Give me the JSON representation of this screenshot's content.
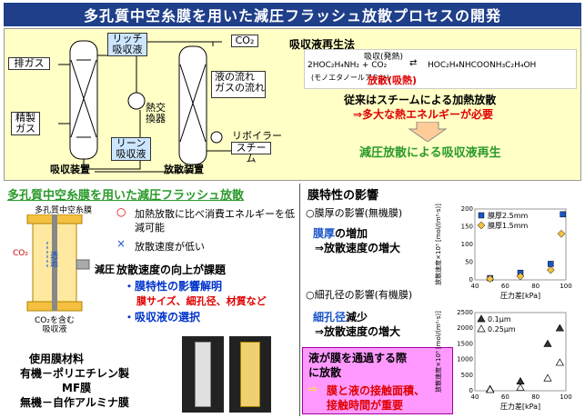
{
  "title": "多孔質中空糸膜を用いた減圧フラッシュ放散プロセスの開発",
  "process": {
    "rich": "リッチ\n吸収液",
    "co2": "CO₂",
    "exhaust": "排ガス",
    "purified": "精製\nガス",
    "hx": "熱交\n換器",
    "lean": "リーン\n吸収液",
    "reboiler": "リボイラー",
    "steam": "スチーム",
    "liquid_flow": "液の流れ",
    "gas_flow": "ガスの流れ",
    "absorber": "吸収装置",
    "stripper": "放散装置"
  },
  "regen": {
    "title": "吸収液再生法",
    "absorb": "吸収(発熱)",
    "eq_left": "2HOC₂H₄NH₂ + CO₂",
    "eq_right": "HOC₂H₄NHCOONH₃C₂H₄OH",
    "mea": "(モノエタノールアミン)",
    "release": "放散(吸熱)",
    "conventional": "従来はスチームによる加熱放散",
    "need_heat": "⇒多大な熱エネルギーが必要",
    "new": "減圧放散による吸収液再生"
  },
  "method": {
    "title": "多孔質中空糸膜を用いた減圧フラッシュ放散",
    "module_label": "多孔質中空糸膜",
    "co2_l": "CO₂",
    "permeate": "透過",
    "vacuum": "減圧",
    "co2_solution": "CO₂を含む\n吸収液",
    "pro_mark": "○",
    "pro": "加熱放散に比べ消費エネルギーを低減可能",
    "con_mark": "×",
    "con": "放散速度が低い",
    "challenge": "放散速度の向上が課題",
    "item1": "・膜特性の影響解明",
    "item1_sub": "膜サイズ、細孔径、材質など",
    "item2": "・吸収液の選択",
    "materials_title": "使用膜材料",
    "organic": "有機－ポリエチレン製",
    "mf": "MF膜",
    "inorganic": "無機－自作アルミナ膜"
  },
  "effects": {
    "title": "膜特性の影響",
    "thick": "○膜厚の影響(無機膜)",
    "thick_a": "膜厚",
    "thick_b": "の増加",
    "thick_c": "⇒放散速度の増大",
    "pore": "○細孔径の影響(有機膜)",
    "pore_a": "細孔径",
    "pore_b": "減少",
    "pore_c": "⇒放散速度の増大",
    "note_1": "液が膜を通過する際",
    "note_2": "に放散",
    "note_3": "膜と液の接触面積、",
    "note_4": "接触時間が重要"
  },
  "chart_data": [
    {
      "type": "scatter",
      "xlabel": "圧力差[kPa]",
      "ylabel": "放散速度×10⁵\n[mol/(m²·s)]",
      "xlim": [
        40,
        100
      ],
      "ylim": [
        0,
        200
      ],
      "xticks": [
        "40",
        "60",
        "80",
        "100"
      ],
      "yticks": [
        "0",
        "50",
        "100",
        "150",
        "200"
      ],
      "series": [
        {
          "name": "膜厚2.5mm",
          "color": "#1a55c8",
          "marker": "square",
          "x": [
            50,
            70,
            90,
            98
          ],
          "y": [
            5,
            20,
            45,
            185
          ]
        },
        {
          "name": "膜厚1.5mm",
          "color": "#f0c040",
          "marker": "diamond",
          "x": [
            50,
            70,
            90,
            97
          ],
          "y": [
            3,
            10,
            28,
            130
          ]
        }
      ]
    },
    {
      "type": "scatter",
      "xlabel": "圧力差[kPa]",
      "ylabel": "放散速度×10⁵\n[mol/(m²·s)]",
      "xlim": [
        40,
        100
      ],
      "ylim": [
        0,
        2500
      ],
      "xticks": [
        "40",
        "60",
        "80",
        "100"
      ],
      "yticks": [
        "0",
        "500",
        "1000",
        "1500",
        "2000",
        "2500"
      ],
      "series": [
        {
          "name": "0.1μm",
          "color": "#333333",
          "marker": "triangle",
          "x": [
            50,
            70,
            88,
            96
          ],
          "y": [
            50,
            300,
            1500,
            2000
          ]
        },
        {
          "name": "0.25μm",
          "color": "#ffffff",
          "marker": "triangle",
          "x": [
            50,
            70,
            88,
            96
          ],
          "y": [
            30,
            100,
            400,
            900
          ]
        }
      ]
    }
  ]
}
